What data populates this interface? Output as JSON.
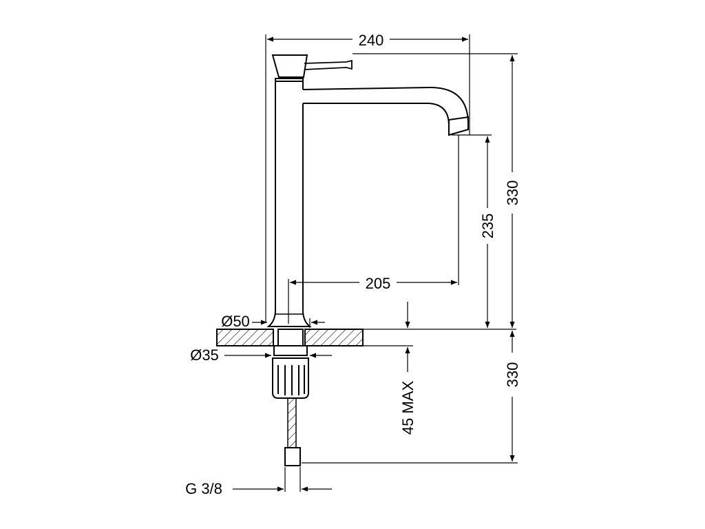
{
  "drawing": {
    "dimensions": {
      "overall_width": "240",
      "upper_height": "330",
      "spout_height": "235",
      "spout_reach": "205",
      "base_diameter": "Ø50",
      "hole_diameter": "Ø35",
      "deck_thickness": "45 MAX",
      "lower_height": "330",
      "connection": "G 3/8"
    }
  },
  "colors": {
    "line": "#000000",
    "background": "#ffffff"
  }
}
